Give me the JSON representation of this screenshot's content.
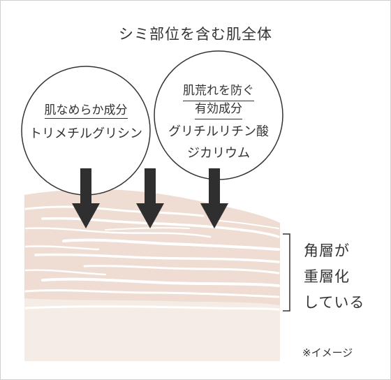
{
  "title": "シミ部位を含む肌全体",
  "circle_left": {
    "label": "肌なめらか成分",
    "name": "トリメチルグリシン"
  },
  "circle_right": {
    "label_line1": "肌荒れを防ぐ",
    "label_line2": "有効成分",
    "name_line1": "グリチルリチン酸",
    "name_line2": "ジカリウム"
  },
  "side_label": {
    "line1": "角層が",
    "line2": "重層化",
    "line3": "している"
  },
  "note": "※イメージ",
  "colors": {
    "skin_base": "#f6ece6",
    "skin_layer": "#eed9cf",
    "skin_line": "#ffffff",
    "arrow": "#2f2f2f",
    "circle_stroke": "#333333",
    "bracket": "#333333"
  }
}
